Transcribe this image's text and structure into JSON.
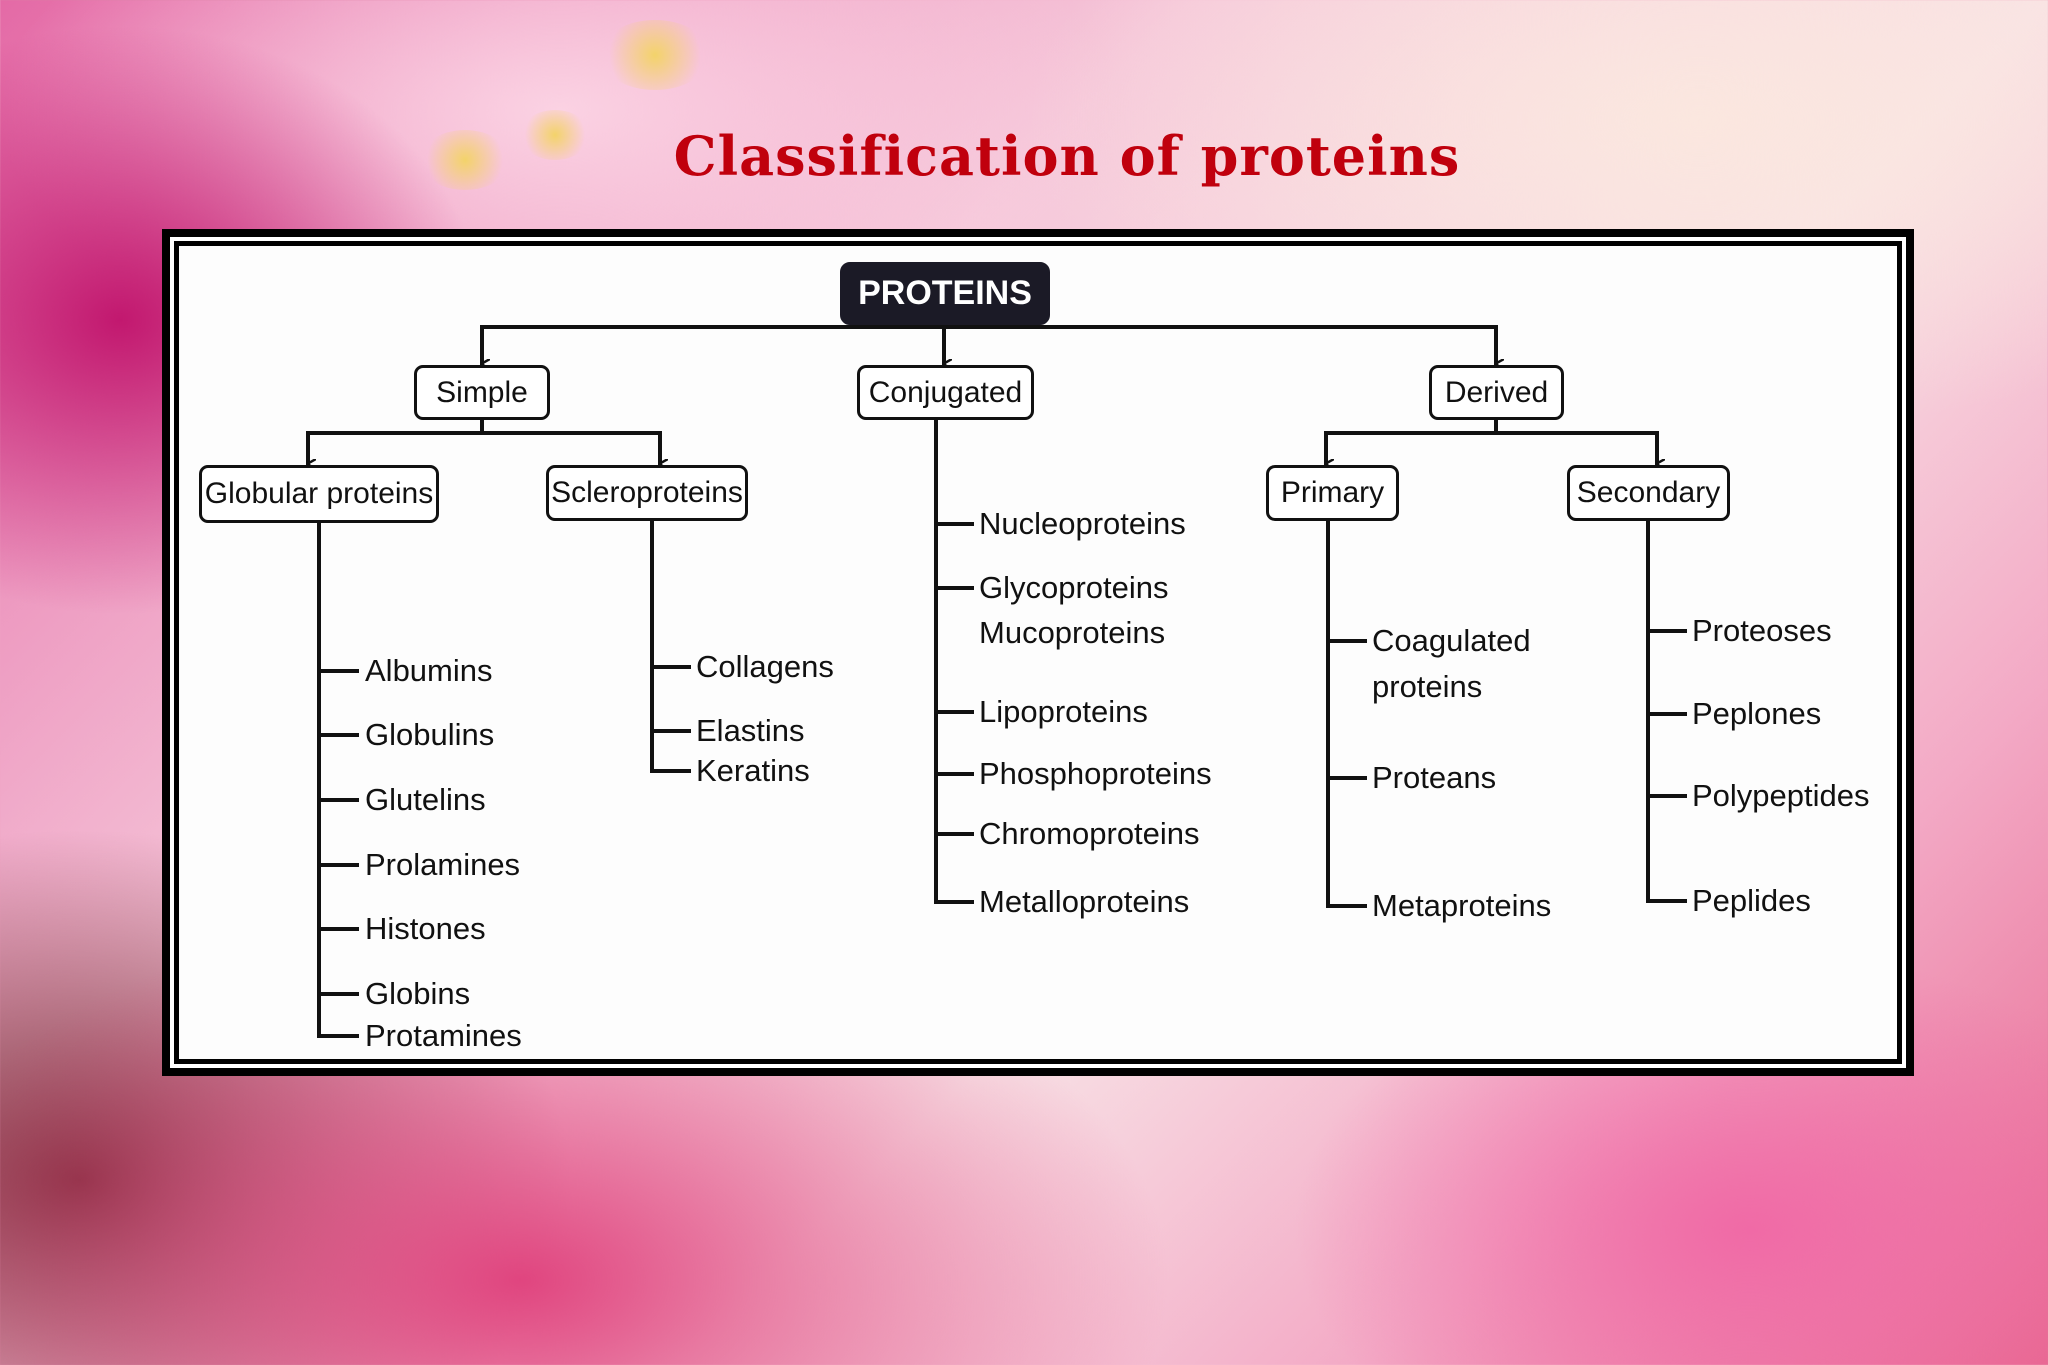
{
  "title": "Classification of proteins",
  "diagram": {
    "root": "PROTEINS",
    "categories": [
      "Simple",
      "Conjugated",
      "Derived"
    ],
    "simple": {
      "groups": [
        "Globular proteins",
        "Scleroproteins"
      ],
      "globular": [
        "Albumins",
        "Globulins",
        "Glutelins",
        "Prolamines",
        "Histones",
        "Globins",
        "Protamines"
      ],
      "scleroproteins": [
        "Collagens",
        "Elastins",
        "Keratins"
      ]
    },
    "conjugated": [
      "Nucleoproteins",
      "Glycoproteins",
      "Mucoproteins",
      "Lipoproteins",
      "Phosphoproteins",
      "Chromoproteins",
      "Metalloproteins"
    ],
    "derived": {
      "groups": [
        "Primary",
        "Secondary"
      ],
      "primary": [
        "Coagulated",
        "proteins",
        "Proteans",
        "Metaproteins"
      ],
      "secondary": [
        "Proteoses",
        "Peplones",
        "Polypeptides",
        "Peplides"
      ]
    }
  }
}
